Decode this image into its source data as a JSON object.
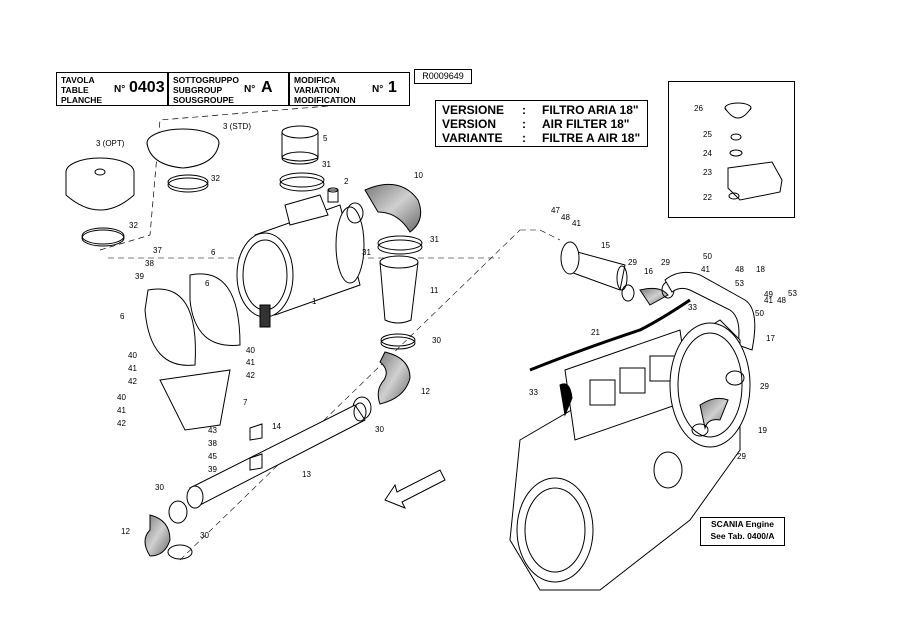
{
  "header": {
    "table": {
      "labels": [
        "TAVOLA",
        "TABLE",
        "PLANCHE"
      ],
      "num_label": "N°",
      "num_value": "0403"
    },
    "subgroup": {
      "labels": [
        "SOTTOGRUPPO",
        "SUBGROUP",
        "SOUSGROUPE"
      ],
      "num_label": "N°",
      "num_value": "A"
    },
    "modification": {
      "labels": [
        "MODIFICA",
        "VARIATION",
        "MODIFICATION"
      ],
      "num_label": "N°",
      "num_value": "1"
    },
    "reference": "R0009649"
  },
  "version_box": {
    "rows": [
      {
        "key": "VERSIONE",
        "sep": ":",
        "value": "FILTRO ARIA 18\""
      },
      {
        "key": "VERSION",
        "sep": ":",
        "value": "AIR FILTER 18\""
      },
      {
        "key": "VARIANTE",
        "sep": ":",
        "value": "FILTRE A AIR 18\""
      }
    ]
  },
  "engine_note": {
    "line1": "SCANIA Engine",
    "line2": "See Tab. 0400/A"
  },
  "callouts": [
    "3 (OPT)",
    "3 (STD)",
    "32",
    "32",
    "5",
    "31",
    "2",
    "10",
    "37",
    "38",
    "39",
    "6",
    "6",
    "1",
    "31",
    "31",
    "11",
    "6",
    "40",
    "41",
    "42",
    "40",
    "41",
    "42",
    "30",
    "12",
    "7",
    "40",
    "41",
    "42",
    "43",
    "14",
    "38",
    "45",
    "39",
    "30",
    "13",
    "30",
    "12",
    "30",
    "47",
    "48",
    "41",
    "15",
    "29",
    "16",
    "29",
    "50",
    "41",
    "48",
    "18",
    "53",
    "49",
    "41",
    "48",
    "53",
    "50",
    "33",
    "17",
    "21",
    "33",
    "29",
    "19",
    "29",
    "26",
    "25",
    "24",
    "23",
    "22"
  ],
  "colors": {
    "line": "#000000",
    "hose_fill": "#b0b0b0",
    "paper": "#ffffff"
  }
}
